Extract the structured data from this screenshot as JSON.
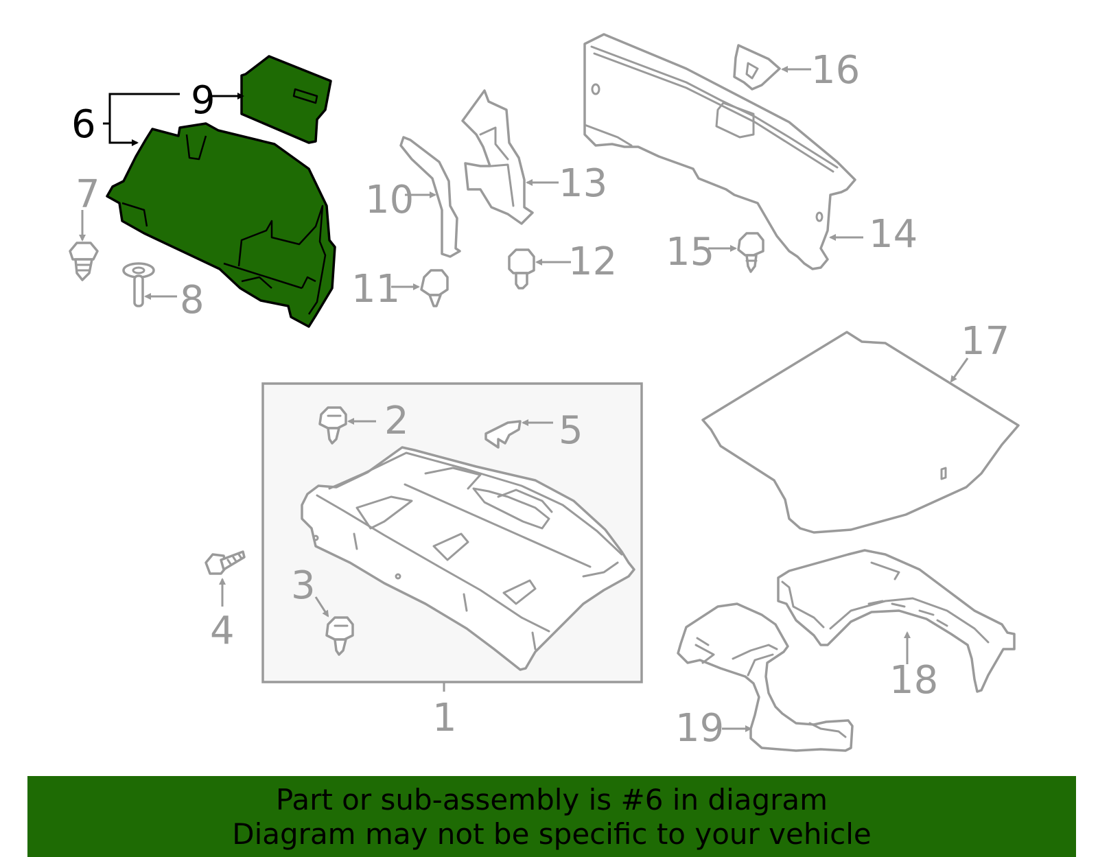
{
  "callouts": {
    "c1": "1",
    "c2": "2",
    "c3": "3",
    "c4": "4",
    "c5": "5",
    "c6": "6",
    "c7": "7",
    "c8": "8",
    "c9": "9",
    "c10": "10",
    "c11": "11",
    "c12": "12",
    "c13": "13",
    "c14": "14",
    "c15": "15",
    "c16": "16",
    "c17": "17",
    "c18": "18",
    "c19": "19"
  },
  "highlighted_part": "6",
  "banner": {
    "line1": "Part or sub-assembly is #6 in diagram",
    "line2": "Diagram may not be specific to your vehicle"
  },
  "colors": {
    "highlight": "#1e6b04",
    "line": "#9a9a9a",
    "banner": "#1e6b04"
  }
}
